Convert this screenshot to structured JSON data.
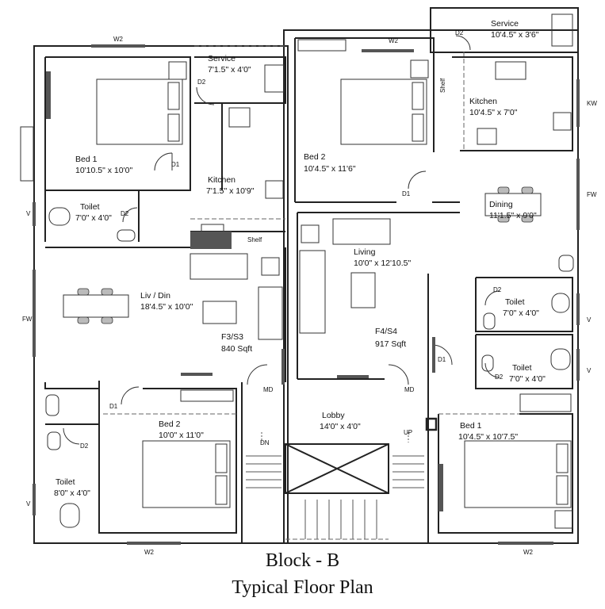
{
  "block_title": "Block - B",
  "plan_title": "Typical Floor Plan",
  "rooms": {
    "bed1_left": {
      "name": "Bed 1",
      "size": "10'10.5\" x 10'0\""
    },
    "service_left": {
      "name": "Service",
      "size": "7'1.5\" x 4'0\""
    },
    "toilet_left_top": {
      "name": "Toilet",
      "size": "7'0\" x 4'0\""
    },
    "kitchen_left": {
      "name": "Kitchen",
      "size": "7'1.5\" x 10'9\""
    },
    "livdin": {
      "name": "Liv / Din",
      "size": "18'4.5\" x 10'0\""
    },
    "bed2_left": {
      "name": "Bed 2",
      "size": "10'0\" x 11'0\""
    },
    "toilet_left_bottom": {
      "name": "Toilet",
      "size": "8'0\" x 4'0\""
    },
    "bed2_right": {
      "name": "Bed 2",
      "size": "10'4.5\" x 11'6\""
    },
    "service_right": {
      "name": "Service",
      "size": "10'4.5\" x 3'6\""
    },
    "kitchen_right": {
      "name": "Kitchen",
      "size": "10'4.5\" x 7'0\""
    },
    "dining_right": {
      "name": "Dining",
      "size": "11'1.5\" x 9'0\""
    },
    "living_right": {
      "name": "Living",
      "size": "10'0\" x 12'10.5\""
    },
    "toilet_right_1": {
      "name": "Toilet",
      "size": "7'0\" x 4'0\""
    },
    "toilet_right_2": {
      "name": "Toilet",
      "size": "7'0\" x 4'0\""
    },
    "bed1_right": {
      "name": "Bed 1",
      "size": "10'4.5\" x 10'7.5\""
    },
    "lobby": {
      "name": "Lobby",
      "size": "14'0\" x 4'0\""
    }
  },
  "units": {
    "left": {
      "name": "F3/S3",
      "area": "840 Sqft"
    },
    "right": {
      "name": "F4/S4",
      "area": "917 Sqft"
    }
  },
  "marks": {
    "w2": "W2",
    "d1": "D1",
    "d2": "D2",
    "md": "MD",
    "v": "V",
    "fw": "FW",
    "kw": "KW",
    "shelf": "Shelf",
    "dn": "DN",
    "up": "UP"
  }
}
